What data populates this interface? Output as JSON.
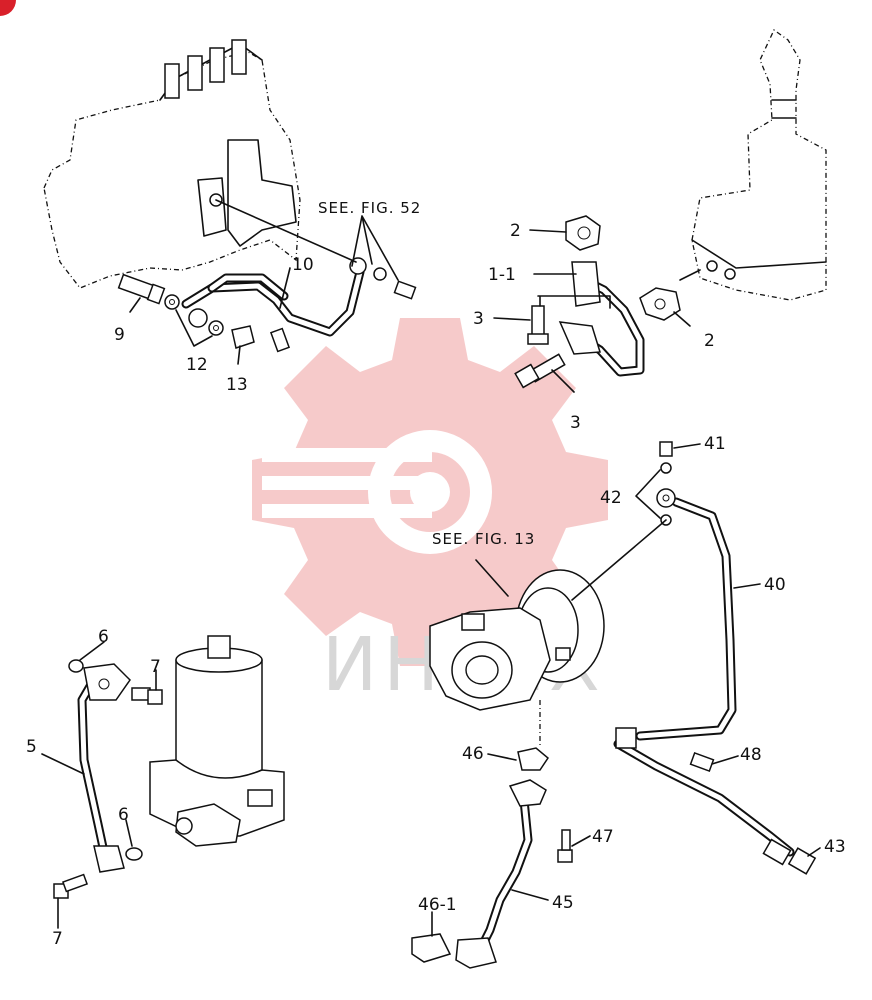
{
  "notes": {
    "see_fig_52": "SEE. FIG. 52",
    "see_fig_13": "SEE. FIG. 13"
  },
  "watermark": {
    "text": "ИНТЕХ",
    "gear_color": "#f3b8b8",
    "brand_color": "#d9202a"
  },
  "callouts": {
    "c2_top": "2",
    "c1_1": "1-1",
    "c3_top": "3",
    "c2_right": "2",
    "c3_bottom": "3",
    "c9": "9",
    "c10": "10",
    "c12": "12",
    "c13": "13",
    "c41": "41",
    "c42": "42",
    "c40": "40",
    "c6_top": "6",
    "c7_top": "7",
    "c5": "5",
    "c6_bottom": "6",
    "c7_bottom": "7",
    "c46": "46",
    "c48": "48",
    "c47": "47",
    "c43": "43",
    "c46_1": "46-1",
    "c45": "45"
  }
}
